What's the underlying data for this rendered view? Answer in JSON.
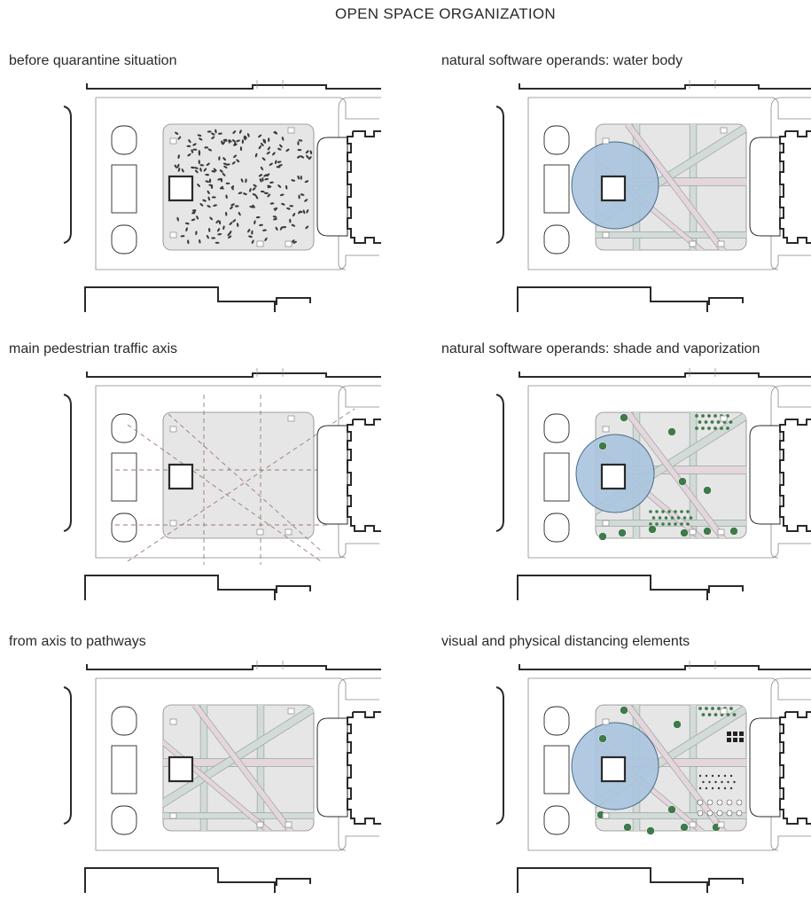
{
  "title": "OPEN SPACE ORGANIZATION",
  "panels": [
    {
      "id": "p1",
      "label": "before quarantine situation",
      "variant": "people"
    },
    {
      "id": "p2",
      "label": "natural software operands: water body",
      "variant": "water"
    },
    {
      "id": "p3",
      "label": "main pedestrian traffic axis",
      "variant": "axis"
    },
    {
      "id": "p4",
      "label": "natural software operands: shade and vaporization",
      "variant": "shade"
    },
    {
      "id": "p5",
      "label": "from axis to pathways",
      "variant": "pathways"
    },
    {
      "id": "p6",
      "label": "visual and physical distancing elements",
      "variant": "distancing"
    }
  ],
  "colors": {
    "plaza": "#e6e6e6",
    "water": "#a9c4de",
    "path": "#d2dbd7",
    "path_pink": "#e4d6dc",
    "tree": "#3f7a4a",
    "outline": "#2a2a2a",
    "thin": "#888888",
    "dash": "#a07878"
  }
}
